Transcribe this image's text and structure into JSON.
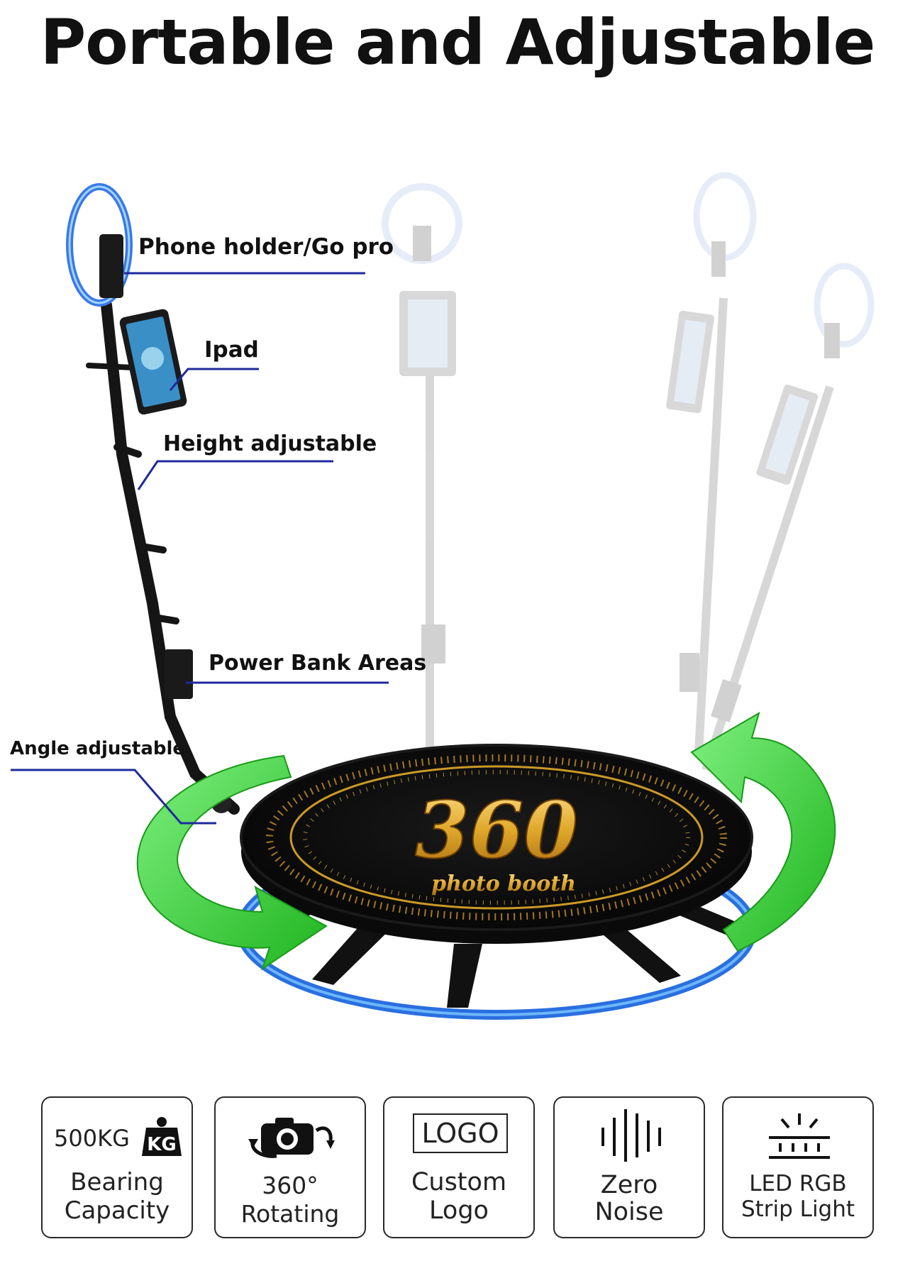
{
  "title": "Portable and Adjustable",
  "booth": {
    "brand_number": "360",
    "brand_script": "photo booth"
  },
  "callouts": [
    {
      "label": "Phone holder/Go pro"
    },
    {
      "label": "Ipad"
    },
    {
      "label": "Height adjustable"
    },
    {
      "label": "Power Bank Areas"
    },
    {
      "label": "Angle adjustable"
    }
  ],
  "features": [
    {
      "badge_text": "500KG",
      "badge_icon_text": "KG",
      "line1": "Bearing",
      "line2": "Capacity",
      "icon": "weight-icon"
    },
    {
      "line1": "360°",
      "line2": "Rotating",
      "icon": "camera-rotate-icon"
    },
    {
      "badge_text": "LOGO",
      "line1": "Custom",
      "line2": "Logo",
      "icon": "logo-box-icon"
    },
    {
      "line1": "Zero",
      "line2": "Noise",
      "icon": "sound-wave-icon"
    },
    {
      "line1": "LED RGB",
      "line2": "Strip Light",
      "icon": "led-strip-icon"
    }
  ],
  "colors": {
    "callout_line": "#1f2a9e",
    "arrow_green": "#3cd43c",
    "led_blue": "#2a6fe0",
    "gold": "#e0a82a",
    "stand_black": "#151515",
    "ghost_gray": "#b8b8b8"
  }
}
